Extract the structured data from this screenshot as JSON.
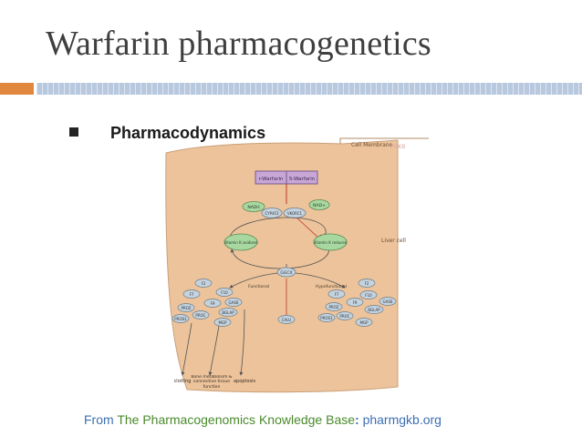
{
  "slide": {
    "title": "Warfarin pharmacogenetics",
    "bullet": "Pharmacodynamics",
    "caption": {
      "from": "From",
      "source": "The Pharmacogenomics Knowledge Base",
      "separator": ":",
      "url": "pharmgkb.org"
    }
  },
  "diagram": {
    "membrane_label": "Cell Membrane",
    "logo_text": "PGKB",
    "cell_label": "Liver cell",
    "drug_box": {
      "left": "r-Warfarin",
      "right": "S-Warfarin"
    },
    "inner_nodes": {
      "nadh": "NADH",
      "cyp4f2": "CYP4F2",
      "vkorc1": "VKORC1",
      "nadp": "NAD+",
      "vk_oxidized": "Vitamin K oxidized",
      "vk_reduced": "Vitamin K reduced",
      "ggcx": "GGCX"
    },
    "state_labels": {
      "left": "Functional",
      "right": "Hypofunctional"
    },
    "left_factors": [
      "F2",
      "F10",
      "F7",
      "F9",
      "GAS6",
      "PROZ",
      "PROC",
      "BGLAP",
      "PROS1",
      "MGP"
    ],
    "right_factors": [
      "F2",
      "F7",
      "F10",
      "F9",
      "GAS6",
      "PROZ",
      "PROS1",
      "PROC",
      "BGLAP",
      "MGP"
    ],
    "middle_factor": "CALU",
    "outcomes": {
      "clotting": "clotting",
      "bone": "bone metabolism & connective tissue function",
      "apoptosis": "apoptosis"
    }
  }
}
